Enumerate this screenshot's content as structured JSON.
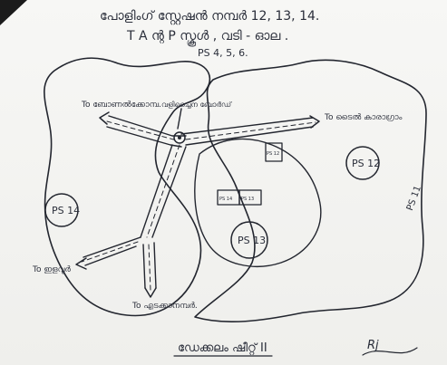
{
  "header": {
    "line1": "പോളിംഗ് സ്റ്റേഷൻ നമ്പർ 12, 13, 14.",
    "line2": "T A ന്റ P സ്കൂൾ , വടി - ഓല .",
    "line3": "PS 4, 5, 6."
  },
  "regions": {
    "ps12": "PS 12",
    "ps13": "PS 13",
    "ps14": "PS 14",
    "ps11": "PS 11"
  },
  "room_labels": {
    "box_ps12": "PS 12",
    "box_ps14": "PS 14",
    "box_ps13": "PS 13"
  },
  "road_labels": {
    "top_left": "To ബോണൽക്കോമ്പ.",
    "top_center": "വളിച്ചൈന ബോർഡ്",
    "right": "To ടൈൽ കാരാഗ്രാം",
    "bottom_left": "To ഇളവൂർ",
    "bottom": "To എടക്കാനമ്പർ."
  },
  "footer": {
    "title": "ഡേക്കലം ഷീറ്റ് II",
    "signature": "Rj"
  }
}
